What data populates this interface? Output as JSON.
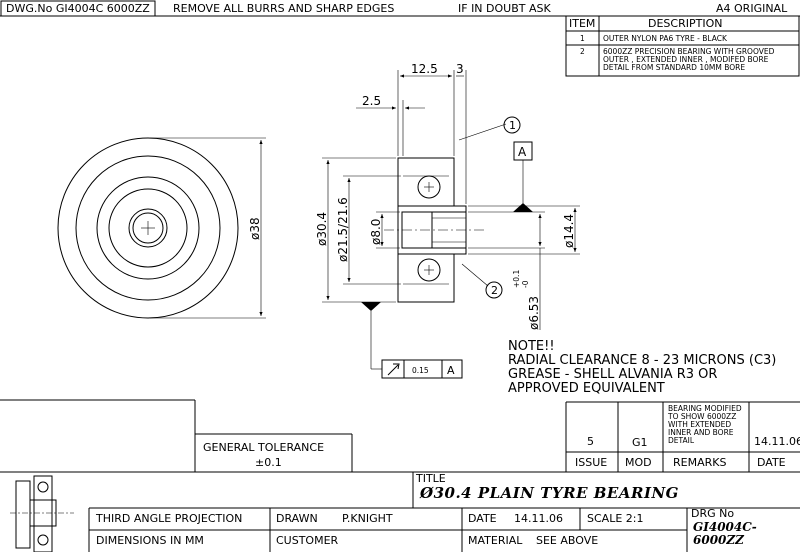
{
  "header": {
    "dwg_no": "DWG.No GI4004C 6000ZZ",
    "note_burrs": "REMOVE ALL BURRS AND SHARP EDGES",
    "note_doubt": "IF IN DOUBT ASK",
    "paper": "A4 ORIGINAL"
  },
  "parts_list": {
    "col_item": "ITEM",
    "col_description": "DESCRIPTION",
    "rows": [
      {
        "item": "1",
        "lines": [
          "OUTER NYLON PA6 TYRE - BLACK"
        ]
      },
      {
        "item": "2",
        "lines": [
          "6000ZZ PRECISION BEARING WITH GROOVED",
          "OUTER , EXTENDED INNER , MODIFED BORE",
          "DETAIL FROM STANDARD 10MM BORE"
        ]
      }
    ]
  },
  "dimensions": {
    "d_outer_front": "ø38",
    "w_total": "12.5",
    "w_step": "3",
    "w_small": "2.5",
    "d_tyre": "ø30.4",
    "d_groove": "ø21.5/21.6",
    "d_bore": "ø8.0",
    "d_inner_ext": "ø14.4",
    "d_bore_tol": "ø6.53",
    "tol_upper": "+0.1",
    "tol_lower": "-0"
  },
  "callouts": {
    "balloon_1": "1",
    "balloon_2": "2",
    "datum": "A",
    "fcf_value": "0.15",
    "fcf_datum": "A"
  },
  "notes": {
    "lines": [
      "NOTE!!",
      "RADIAL CLEARANCE 8 - 23 MICRONS (C3)",
      "GREASE - SHELL ALVANIA R3 OR",
      "APPROVED EQUIVALENT"
    ]
  },
  "revision": {
    "issue_value": "5",
    "mod_value": "G1",
    "remarks_lines": [
      "BEARING MODIFIED",
      "TO SHOW 6000ZZ",
      "WITH EXTENDED",
      "INNER AND BORE",
      "DETAIL"
    ],
    "date_value": "14.11.06",
    "col_issue": "ISSUE",
    "col_mod": "MOD",
    "col_remarks": "REMARKS",
    "col_date": "DATE"
  },
  "general_tolerance": {
    "label": "GENERAL TOLERANCE",
    "value": "±0.1"
  },
  "title_block": {
    "title_label": "TITLE",
    "title": "Ø30.4 PLAIN TYRE BEARING",
    "projection": "THIRD ANGLE PROJECTION",
    "drawn_label": "DRAWN",
    "drawn_value": "P.KNIGHT",
    "date_label": "DATE",
    "date_value": "14.11.06",
    "scale": "SCALE 2:1",
    "drg_label": "DRG No",
    "drg_line1": "GI4004C-",
    "drg_line2": "6000ZZ",
    "dimensions_units": "DIMENSIONS IN MM",
    "customer_label": "CUSTOMER",
    "material_label": "MATERIAL",
    "material_value": "SEE ABOVE"
  }
}
